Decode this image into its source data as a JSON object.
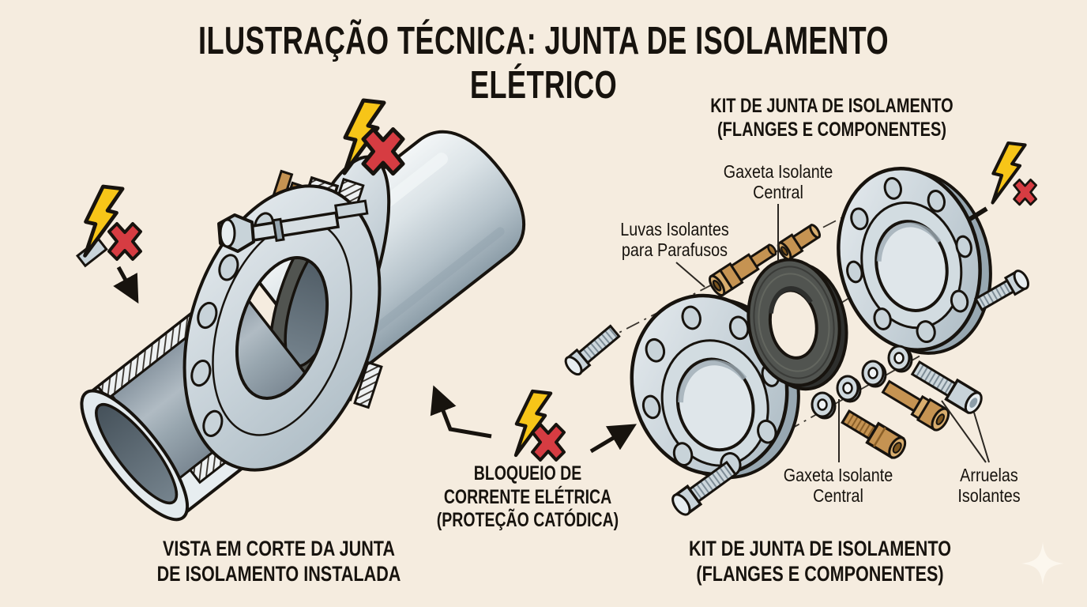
{
  "title": "ILUSTRAÇÃO TÉCNICA: JUNTA DE ISOLAMENTO ELÉTRICO",
  "left_view": {
    "caption": "VISTA EM CORTE DA JUNTA\nDE ISOLAMENTO INSTALADA"
  },
  "right_view": {
    "heading": "KIT DE JUNTA DE ISOLAMENTO\n(FLANGES E COMPONENTES)",
    "caption": "KIT DE JUNTA DE ISOLAMENTO\n(FLANGES E COMPONENTES)",
    "part_labels": {
      "gasket_top": "Gaxeta Isolante\nCentral",
      "bolt_sleeves": "Luvas Isolantes\npara Parafusos",
      "gasket_bottom": "Gaxeta Isolante\nCentral",
      "washers": "Arruelas\nIsolantes"
    }
  },
  "callout": {
    "blocked_current": "BLOQUEIO DE\nCORRENTE ELÉTRICA\n(PROTEÇÃO CATÓDICA)"
  },
  "icons": {
    "blocked_current_icon": "lightning-x",
    "watermark_icon": "four-point-sparkle"
  },
  "colors": {
    "background": "#f5ecdf",
    "outline": "#17130e",
    "text": "#17130e",
    "steel_light": "#e7edf0",
    "steel": "#c8d3d9",
    "steel_dark": "#97a7b1",
    "steel_deep": "#6e7d87",
    "insulator_tan": "#c59352",
    "insulator_tan_dark": "#9c6f33",
    "gasket_dark": "#515450",
    "gasket_deep": "#2e2f2d",
    "lightning_yellow": "#f7c518",
    "blocked_red": "#d63c42",
    "watermark": "#fcf7ee"
  }
}
